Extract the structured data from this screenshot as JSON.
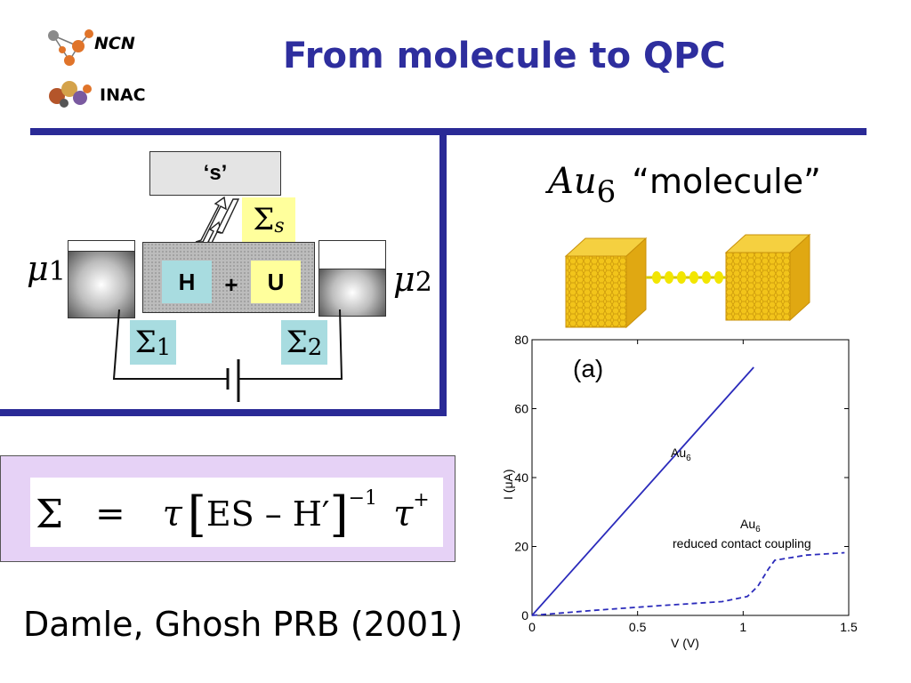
{
  "header": {
    "title": "From molecule to QPC",
    "logos": [
      {
        "label": "NCN",
        "icon": "ncn-molecule-icon"
      },
      {
        "label": "INAC",
        "icon": "inac-atoms-icon"
      }
    ]
  },
  "diagram": {
    "s_box_label": "‘s’",
    "sigma_s": {
      "symbol": "Σ",
      "sub": "s"
    },
    "channel": {
      "h_label": "H",
      "plus": "+",
      "u_label": "U"
    },
    "mu1": {
      "symbol": "μ",
      "sub": "1"
    },
    "mu2": {
      "symbol": "μ",
      "sub": "2"
    },
    "sigma1": {
      "symbol": "Σ",
      "sub": "1"
    },
    "sigma2": {
      "symbol": "Σ",
      "sub": "2"
    },
    "colors": {
      "sigma_box": "#a8dce0",
      "sigma_s_box": "#ffff9c",
      "h_box": "#a8dce0",
      "u_box": "#ffff9c",
      "frame": "#2a2a96"
    }
  },
  "formula": {
    "lhs": "Σ",
    "eq": "=",
    "tau": "τ",
    "bracket_open": "[",
    "inner": "ES – H′",
    "bracket_close": "]",
    "exponent": "−1",
    "tau_dag": "τ",
    "tau_dag_sup": "+"
  },
  "citation": "Damle, Ghosh PRB (2001)",
  "molecule": {
    "name": "Au",
    "sub": "6",
    "quote": "“molecule”",
    "colors": {
      "cube": "#f2c41a",
      "chain": "#f2e600"
    }
  },
  "chart_data": {
    "type": "line",
    "panel_label": "(a)",
    "xlabel": "V (V)",
    "ylabel": "I (μA)",
    "xlim": [
      0,
      1.5
    ],
    "ylim": [
      0,
      80
    ],
    "xticks": [
      "0",
      "0.5",
      "1",
      "1.5"
    ],
    "yticks": [
      "0",
      "20",
      "40",
      "60",
      "80"
    ],
    "series": [
      {
        "name": "Au6",
        "label_main": "Au",
        "label_sub": "6",
        "style": "solid",
        "color": "#2b2bbb",
        "x": [
          0,
          1.05
        ],
        "y": [
          0,
          72
        ]
      },
      {
        "name": "Au6 reduced contact coupling",
        "label_main": "Au",
        "label_sub": "6",
        "label_extra": "reduced contact coupling",
        "style": "dashed",
        "color": "#2b2bbb",
        "x": [
          0,
          0.3,
          0.6,
          0.9,
          1.02,
          1.07,
          1.12,
          1.15,
          1.3,
          1.48
        ],
        "y": [
          0,
          1.5,
          2.8,
          4.0,
          5.5,
          8.5,
          13.5,
          16.0,
          17.5,
          18.2
        ]
      }
    ]
  }
}
